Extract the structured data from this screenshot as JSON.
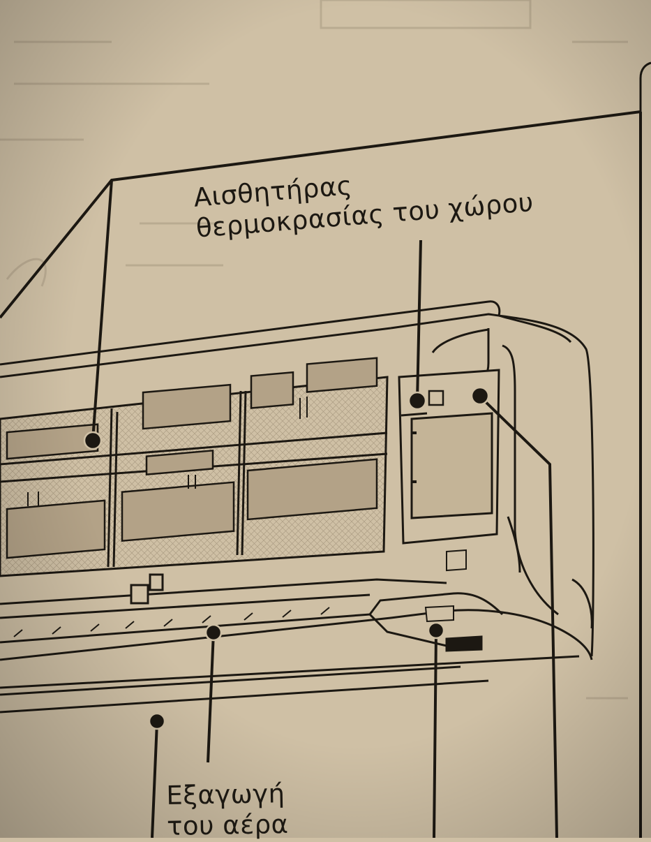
{
  "labels": {
    "room_temp_sensor": {
      "line1": "Αισθητήρας",
      "line2": "θερμοκρασίας του χώρου"
    },
    "air_outlet": {
      "line1": "Εξαγωγή",
      "line2": "του αέρα"
    }
  },
  "colors": {
    "paper": "#cfc0a5",
    "ink": "#1c1812",
    "shade": "#b3a287"
  }
}
